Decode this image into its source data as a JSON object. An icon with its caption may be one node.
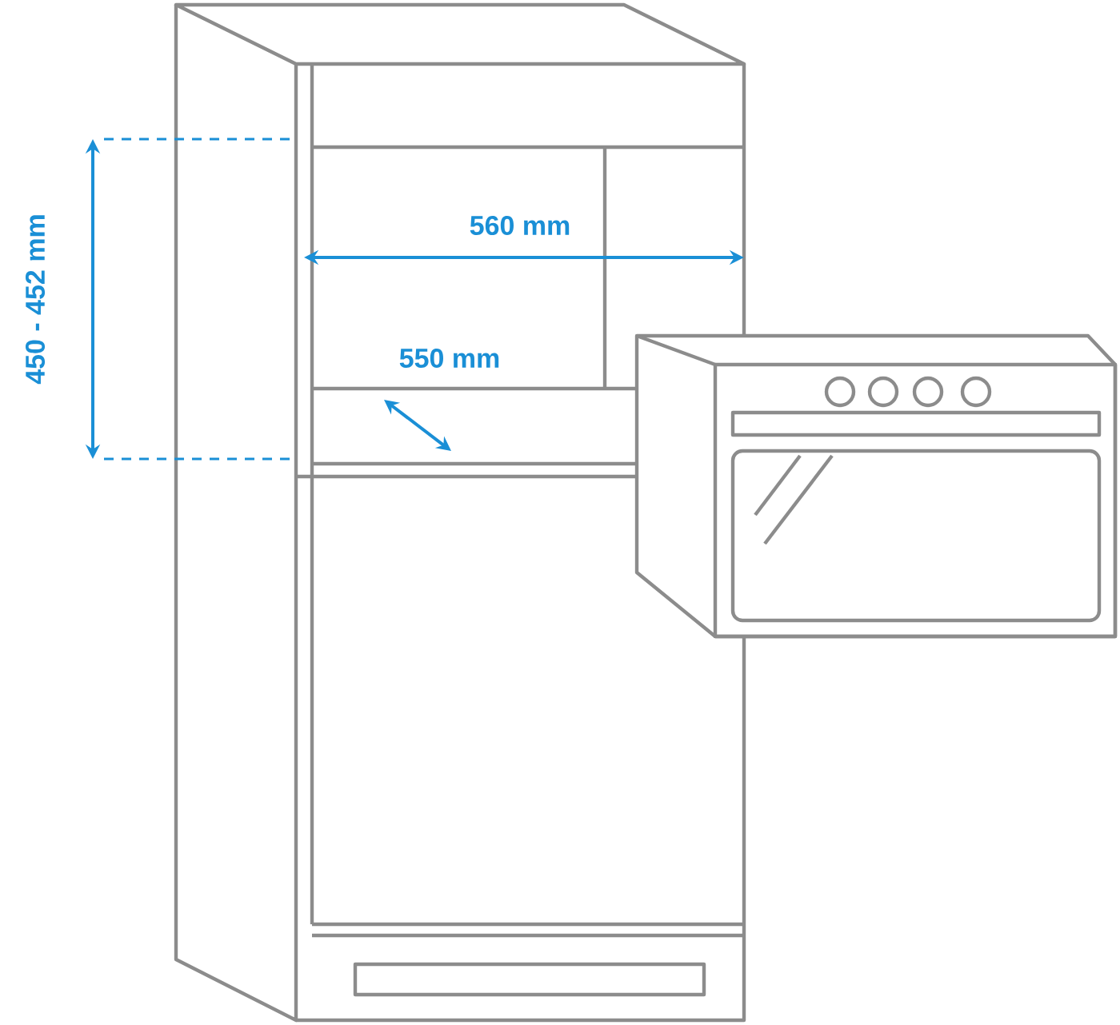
{
  "diagram": {
    "labels": [
      "450 - 452 mm",
      "560 mm",
      "550 mm"
    ]
  }
}
